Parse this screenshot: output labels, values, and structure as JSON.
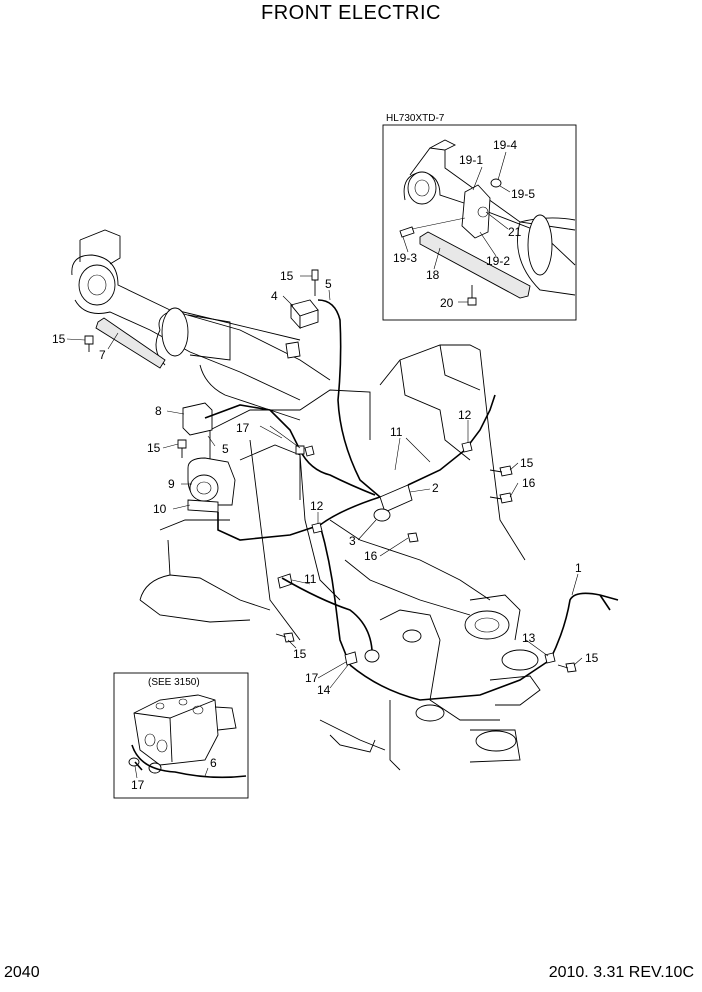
{
  "header": {
    "title": "FRONT ELECTRIC"
  },
  "footer": {
    "page_number": "2040",
    "revision": "2010. 3.31  REV.10C"
  },
  "insets": {
    "model_variant": {
      "caption": "HL730XTD-7"
    },
    "valve_reference": {
      "caption": "(SEE 3150)"
    }
  },
  "callouts": {
    "c1": "1",
    "c2": "2",
    "c3": "3",
    "c4": "4",
    "c5a": "5",
    "c5b": "5",
    "c6": "6",
    "c7": "7",
    "c8": "8",
    "c9": "9",
    "c10": "10",
    "c11a": "11",
    "c11b": "11",
    "c12a": "12",
    "c12b": "12",
    "c13": "13",
    "c14": "14",
    "c15a": "15",
    "c15b": "15",
    "c15c": "15",
    "c15d": "15",
    "c15e": "15",
    "c15f": "15",
    "c16a": "16",
    "c16b": "16",
    "c17a": "17",
    "c17b": "17",
    "c17c": "17",
    "c18": "18",
    "c19_1": "19-1",
    "c19_2": "19-2",
    "c19_3": "19-3",
    "c19_4": "19-4",
    "c19_5": "19-5",
    "c20": "20",
    "c21": "21"
  }
}
